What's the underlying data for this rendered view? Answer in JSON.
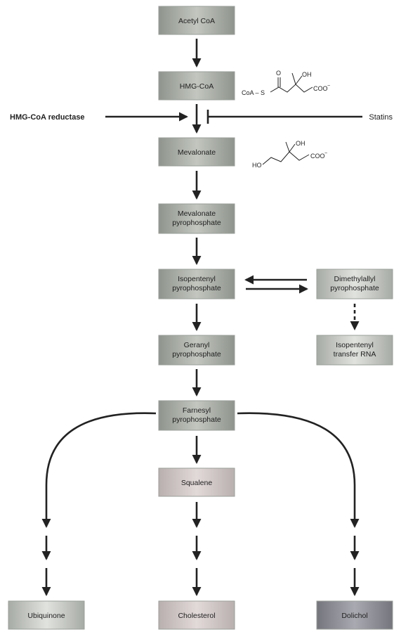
{
  "nodes": {
    "acetyl_coa": {
      "lines": [
        "Acetyl CoA"
      ]
    },
    "hmg_coa": {
      "lines": [
        "HMG-CoA"
      ]
    },
    "mevalonate": {
      "lines": [
        "Mevalonate"
      ]
    },
    "mevalonate_pp": {
      "lines": [
        "Mevalonate",
        "pyrophosphate"
      ]
    },
    "isopentenyl_pp": {
      "lines": [
        "Isopentenyl",
        "pyrophosphate"
      ]
    },
    "dimethylallyl_pp": {
      "lines": [
        "Dimethylallyl",
        "pyrophosphate"
      ]
    },
    "isopentenyl_trna": {
      "lines": [
        "Isopentenyl",
        "transfer RNA"
      ]
    },
    "geranyl_pp": {
      "lines": [
        "Geranyl",
        "pyrophosphate"
      ]
    },
    "farnesyl_pp": {
      "lines": [
        "Farnesyl",
        "pyrophosphate"
      ]
    },
    "squalene": {
      "lines": [
        "Squalene"
      ]
    },
    "ubiquinone": {
      "lines": [
        "Ubiquinone"
      ]
    },
    "cholesterol": {
      "lines": [
        "Cholesterol"
      ]
    },
    "dolichol": {
      "lines": [
        "Dolichol"
      ]
    }
  },
  "labels": {
    "enzyme": "HMG-CoA reductase",
    "inhibitor": "Statins"
  },
  "structures": {
    "hmg_coa": {
      "coa_s": "CoA – S",
      "o": "O",
      "oh": "OH",
      "coo": "COO",
      "charge": "−"
    },
    "mevalonate": {
      "ho": "HO",
      "oh": "OH",
      "coo": "COO",
      "charge": "−"
    }
  },
  "colors": {
    "gray_box": "#a9ada6",
    "gray_box_light": "#c4c8c2",
    "pink_box": "#c9bfbf",
    "pink_box_light": "#e4dcdc",
    "dark_box": "#8d8e95",
    "dark_box_light": "#b2b3b9",
    "arrow": "#222222"
  }
}
